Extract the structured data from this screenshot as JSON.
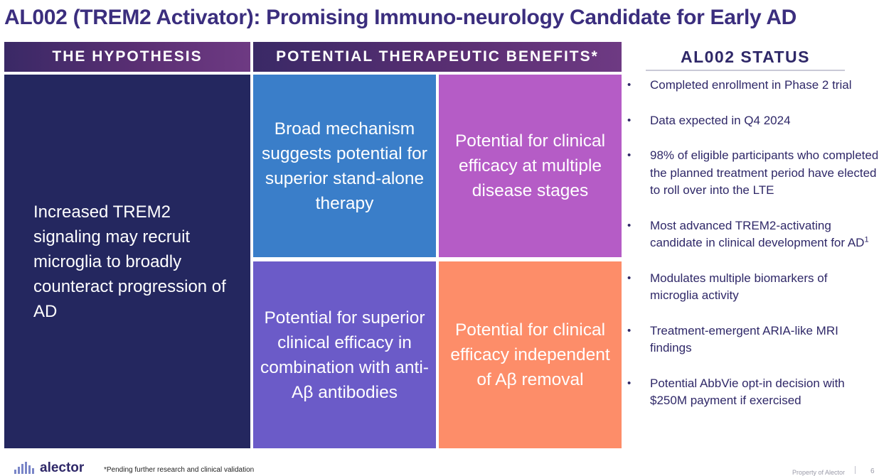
{
  "title": "AL002 (TREM2 Activator): Promising Immuno-neurology Candidate for Early AD",
  "headers": {
    "hypothesis": "THE HYPOTHESIS",
    "benefits": "POTENTIAL THERAPEUTIC BENEFITS*",
    "status": "AL002 STATUS"
  },
  "hypothesis_text": "Increased TREM2 signaling may recruit microglia to broadly counteract progression of AD",
  "benefits": [
    "Broad mechanism suggests potential for superior stand-alone therapy",
    "Potential for clinical efficacy at multiple disease stages",
    "Potential for superior clinical efficacy in combination with anti-Aβ antibodies",
    "Potential for clinical efficacy independent of Aβ removal"
  ],
  "status_bullets": [
    "Completed enrollment in Phase 2 trial",
    "Data expected in Q4 2024",
    "98% of eligible participants who completed the planned treatment period have elected to roll over into the LTE",
    "Most advanced TREM2-activating candidate in clinical development for AD",
    "Modulates multiple biomarkers of  microglia activity",
    "Treatment-emergent ARIA-like MRI findings",
    "Potential AbbVie opt-in decision with $250M payment if exercised"
  ],
  "footnote_marker": "1",
  "bullet_glyph": "•",
  "footer": {
    "logo": "alector",
    "footnote": "*Pending further research and clinical validation",
    "property": "Property of Alector",
    "page": "6"
  },
  "colors": {
    "title": "#3b2e7e",
    "hypothesis_box": "#24275f",
    "tile_blue": "#3a7ec9",
    "tile_magenta": "#b55cc6",
    "tile_purple": "#6b5bc8",
    "tile_orange": "#fd8d69"
  }
}
